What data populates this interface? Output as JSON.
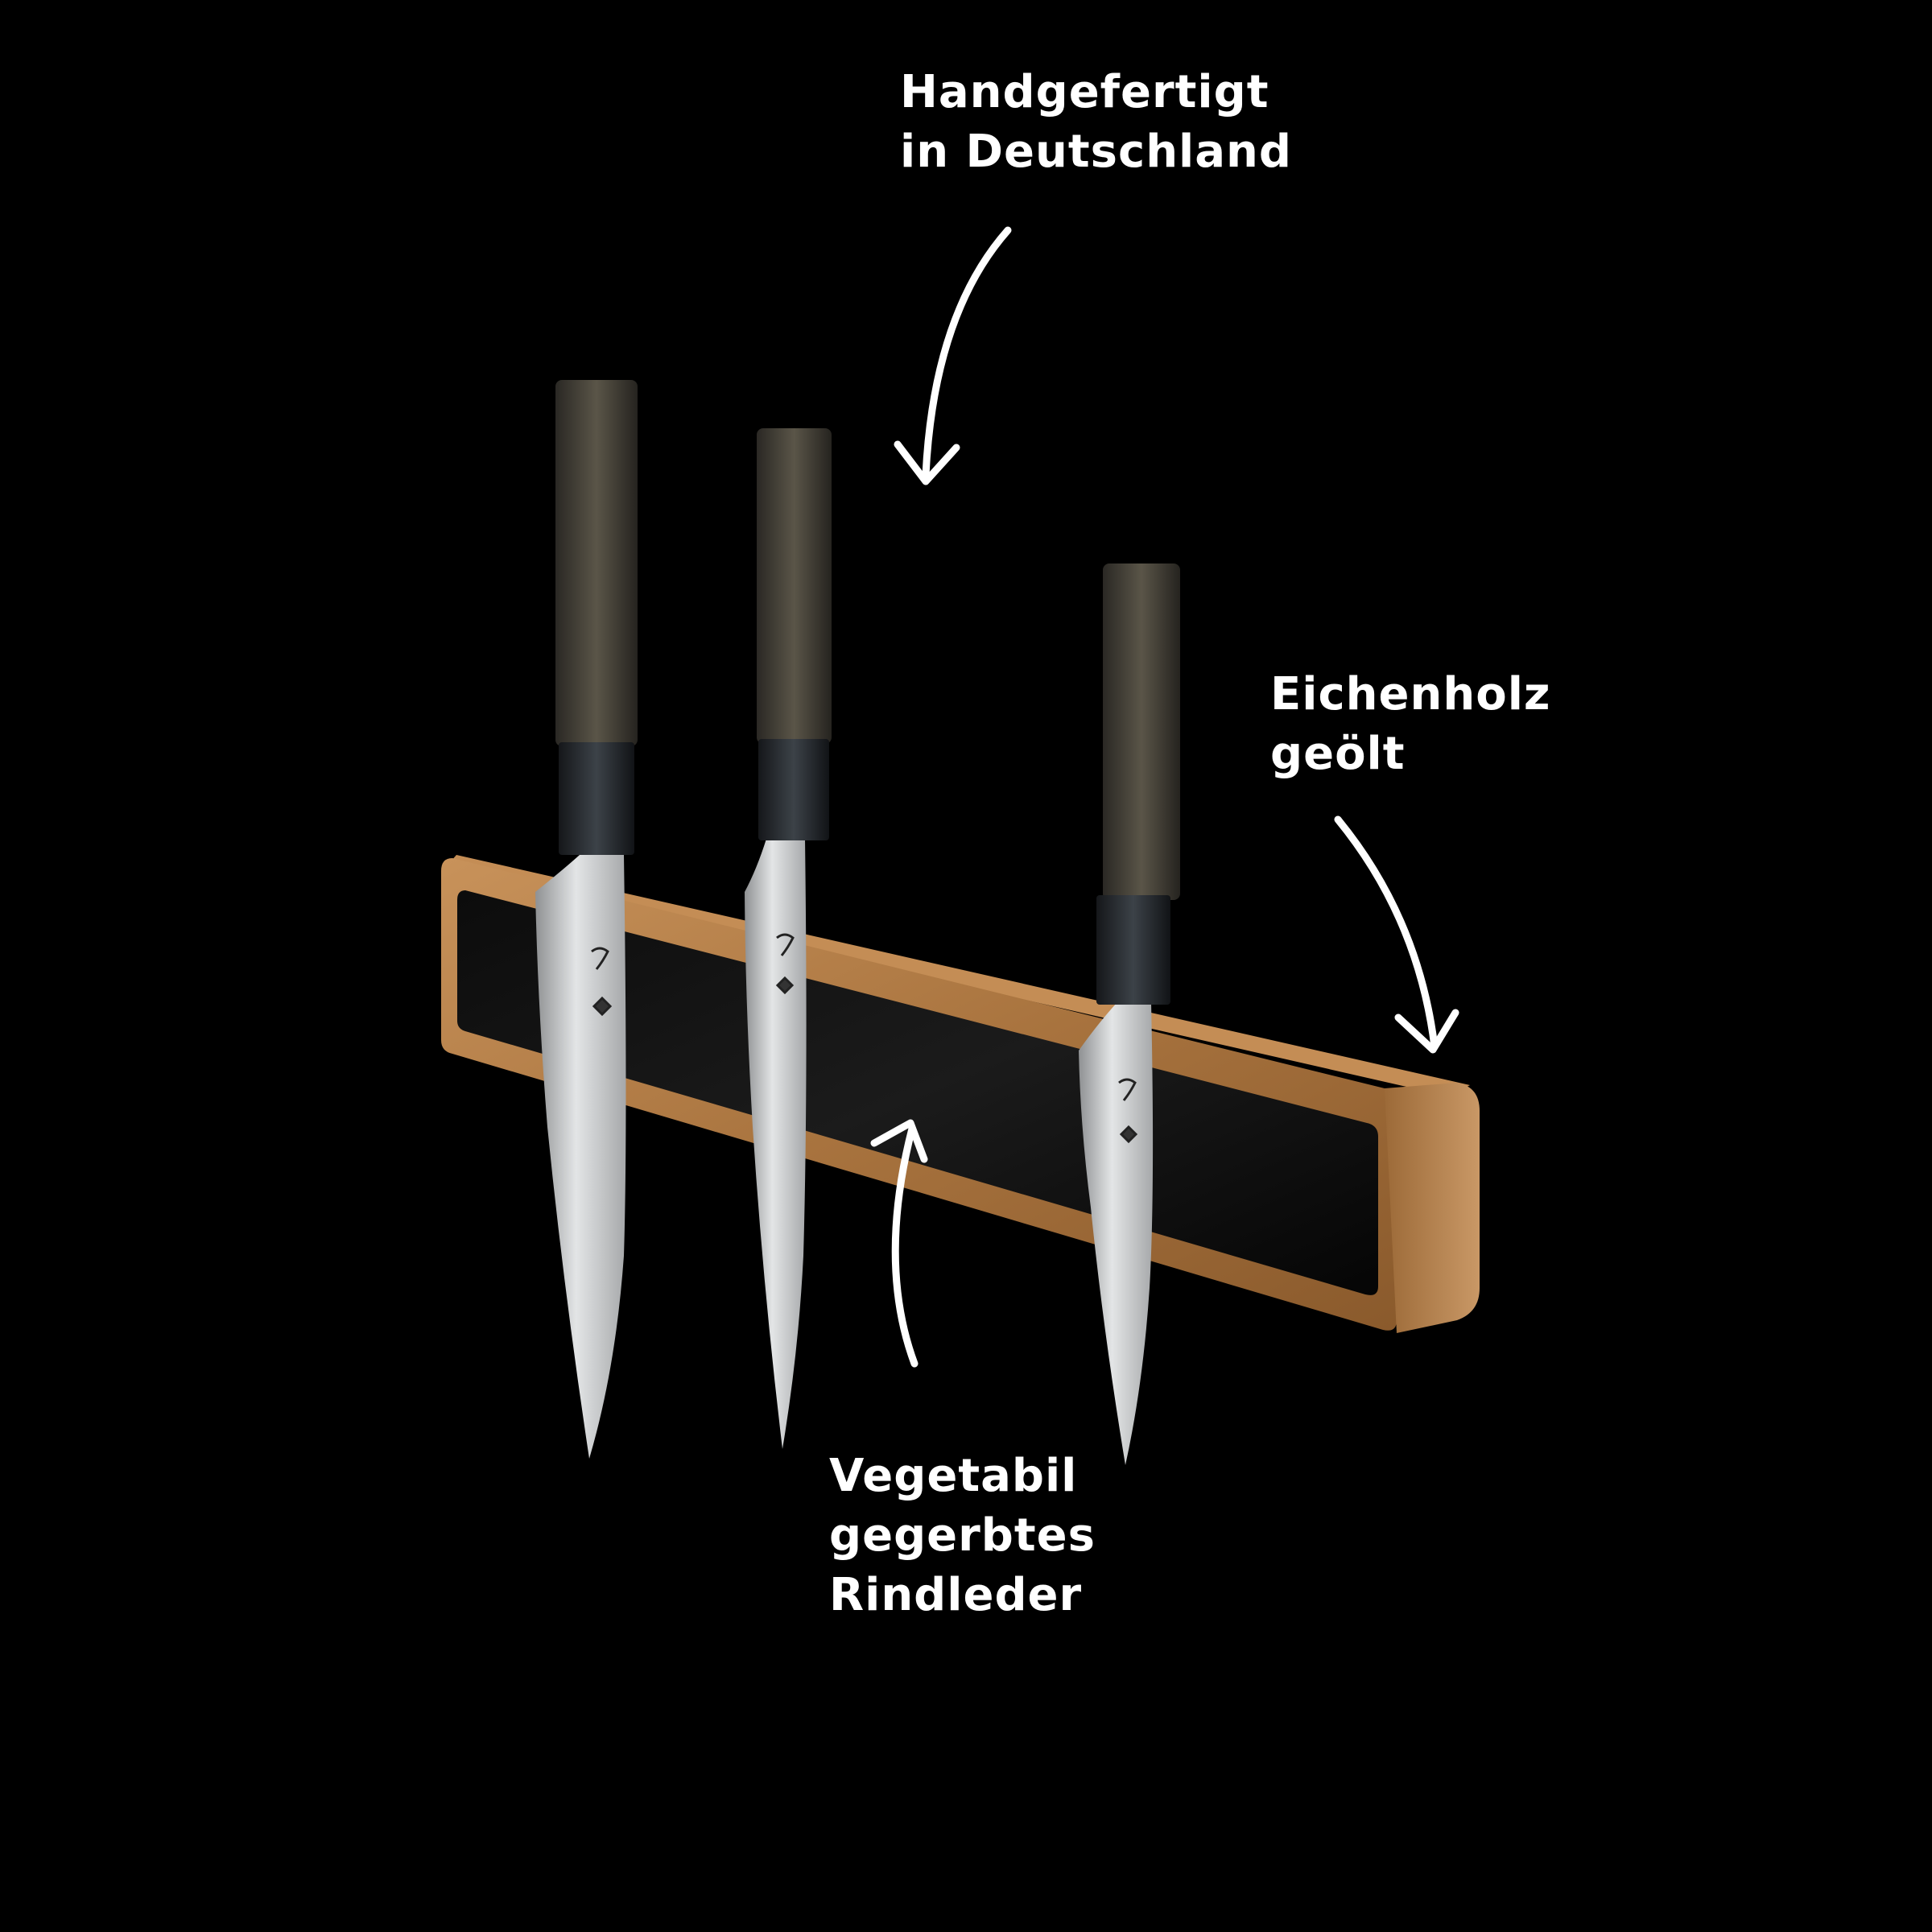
{
  "annotations": {
    "handmade": [
      "Handgefertigt",
      "in Deutschland"
    ],
    "oak": [
      "Eichenholz",
      "geölt"
    ],
    "leather": [
      "Vegetabil",
      "gegerbtes",
      "Rindleder"
    ]
  },
  "colors": {
    "background": "#000000",
    "text": "#ffffff",
    "oak": "#b8824a",
    "leather": "#050505",
    "handle": "#3a3a36",
    "blade": "#c9cbcc"
  },
  "icons": [
    "arrow-down-icon",
    "arrow-down-right-icon",
    "arrow-up-icon",
    "maker-mark-icon"
  ]
}
